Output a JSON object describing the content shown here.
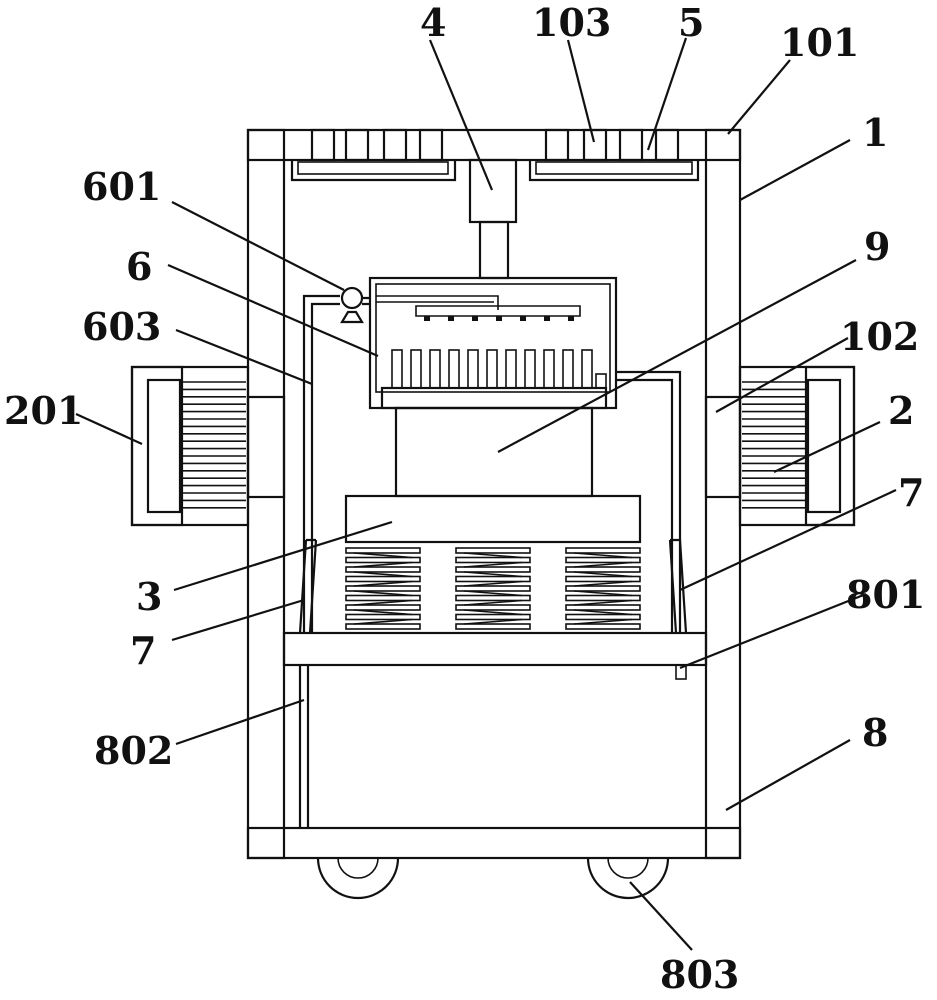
{
  "labels": {
    "l_4": "4",
    "l_103": "103",
    "l_5": "5",
    "l_101": "101",
    "l_1": "1",
    "l_601": "601",
    "l_6": "6",
    "l_9": "9",
    "l_603": "603",
    "l_102": "102",
    "l_201": "201",
    "l_2": "2",
    "l_7_right": "7",
    "l_3": "3",
    "l_7_left": "7",
    "l_801": "801",
    "l_802": "802",
    "l_8": "8",
    "l_803": "803"
  },
  "colors": {
    "line": "#111111",
    "background": "#ffffff",
    "filter": "#cccccc"
  }
}
